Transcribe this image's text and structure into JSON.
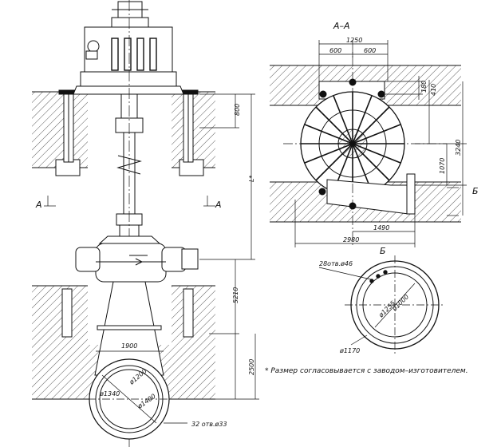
{
  "section_aa": {
    "title": "A–A",
    "dims": {
      "top_width": "1250",
      "half_left": "600",
      "half_right": "600",
      "d180": "180",
      "d410": "410",
      "d3240": "3240",
      "d1070": "1070",
      "d1490": "1490",
      "d2980": "2980"
    },
    "view_mark": "Б"
  },
  "section_b": {
    "title": "Б",
    "holes": "28отв.ø46",
    "d1255": "ø1255",
    "d1000": "ø1000",
    "d1170": "ø1170"
  },
  "elevation": {
    "section_left": "А",
    "section_right": "А",
    "d800": "800",
    "lstar": "L*",
    "d5210": "5210",
    "d2500": "2500",
    "d1900": "1900",
    "d1200": "ø1200",
    "d1340": "ø1340",
    "d1400": "ø1400",
    "holes": "32 отв.ø33"
  },
  "note": "* Размер согласовывается с заводом–изготовителем."
}
